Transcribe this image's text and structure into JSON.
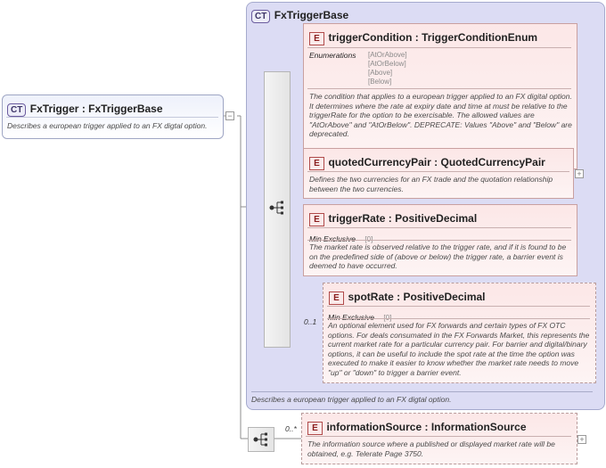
{
  "fxtrigger": {
    "badge": "CT",
    "name": "FxTrigger",
    "sep": " : ",
    "type": "FxTriggerBase",
    "doc": "Describes a european trigger applied to an FX digtal option."
  },
  "base": {
    "badge": "CT",
    "name": "FxTriggerBase",
    "doc": "Describes a european trigger applied to an FX digtal option."
  },
  "elements": [
    {
      "badge": "E",
      "name": "triggerCondition",
      "sep": " : ",
      "type": "TriggerConditionEnum",
      "facet_label": "Enumerations",
      "facet_values": [
        "[AtOrAbove]",
        "[AtOrBelow]",
        "[Above]",
        "[Below]"
      ],
      "doc": "The condition that applies to a european trigger applied to an FX digital option. It determines where the rate at expiry date and time at must be relative to the triggerRate for the option to be exercisable. The allowed values are \"AtOrAbove\" and \"AtOrBelow\". DEPRECATE: Values \"Above\" and \"Below\" are deprecated."
    },
    {
      "badge": "E",
      "name": "quotedCurrencyPair",
      "sep": " : ",
      "type": "QuotedCurrencyPair",
      "doc": "Defines the two currencies for an FX trade and the quotation relationship between the two currencies."
    },
    {
      "badge": "E",
      "name": "triggerRate",
      "sep": " : ",
      "type": "PositiveDecimal",
      "facet_label": "Min Exclusive",
      "facet_value": "[0]",
      "doc": "The market rate is observed relative to the trigger rate, and if it is found to be on the predefined side of (above or below) the trigger rate, a barrier event is deemed to have occurred."
    },
    {
      "badge": "E",
      "name": "spotRate",
      "sep": " : ",
      "type": "PositiveDecimal",
      "cardinality": "0..1",
      "facet_label": "Min Exclusive",
      "facet_value": "[0]",
      "doc": "An optional element used for FX forwards and certain types of FX OTC options. For deals consumated in the FX Forwards Market, this represents the current market rate for a particular currency pair. For barrier and digital/binary options, it can be useful to include the spot rate at the time the option was executed to make it easier to know whether the market rate needs to move \"up\" or \"down\" to trigger a barrier event."
    },
    {
      "badge": "E",
      "name": "informationSource",
      "sep": " : ",
      "type": "InformationSource",
      "cardinality": "0..*",
      "doc": "The information source where a published or displayed market rate will be obtained, e.g. Telerate Page 3750."
    }
  ],
  "symbols": {
    "collapse": "−",
    "expand": "+"
  },
  "colors": {
    "base_fill": "#dcdcf4",
    "element_fill": "#fce7e7",
    "element_border": "#c9a0a0",
    "type_border": "#6a5b9e"
  }
}
